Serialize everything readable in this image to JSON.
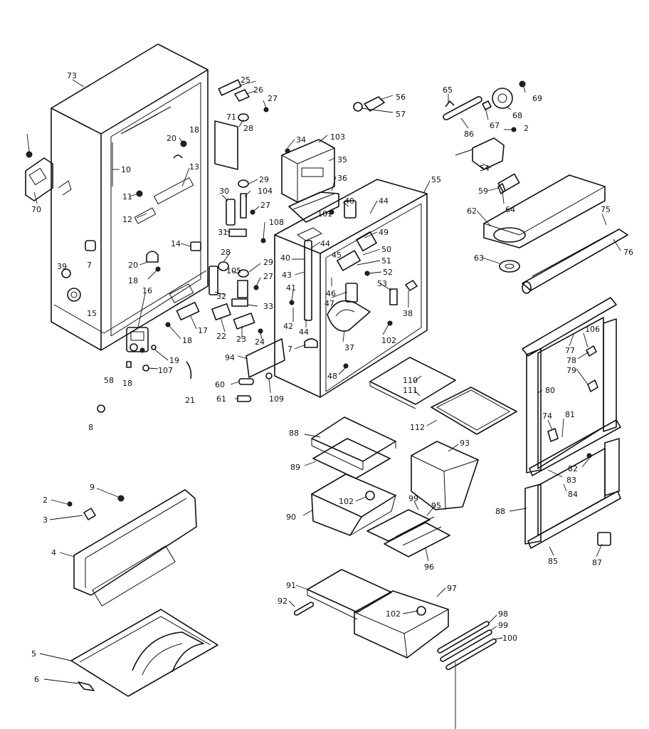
{
  "diagram": {
    "labels": {
      "l73": "73",
      "l70": "70",
      "l10": "10",
      "l11": "11",
      "l12": "12",
      "l7": "7",
      "l39": "39",
      "l15": "15",
      "l20a": "20",
      "l18a": "18",
      "l13": "13",
      "l14": "14",
      "l20b": "20",
      "l18b": "18",
      "l16": "16",
      "l18c": "18",
      "l17": "17",
      "l58": "58",
      "l18d": "18",
      "l19": "19",
      "l107": "107",
      "l21": "21",
      "l8": "8",
      "l25": "25",
      "l26": "26",
      "l27a": "27",
      "l28a": "28",
      "l71": "71",
      "l29a": "29",
      "l30": "30",
      "l104": "104",
      "l27b": "27",
      "l31": "31",
      "l108": "108",
      "l28b": "28",
      "l105": "105",
      "l29b": "29",
      "l27c": "27",
      "l32": "32",
      "l33": "33",
      "l22": "22",
      "l23": "23",
      "l24": "24",
      "l94": "94",
      "l60": "60",
      "l61": "61",
      "l109": "109",
      "l34": "34",
      "l103": "103",
      "l35": "35",
      "l36": "36",
      "l56": "56",
      "l57": "57",
      "l55": "55",
      "l40a": "40",
      "l101": "101",
      "l44a": "44",
      "l49": "49",
      "l44b": "44",
      "l45": "45",
      "l50": "50",
      "l51": "51",
      "l40b": "40",
      "l43": "43",
      "l52": "52",
      "l46": "46",
      "l53": "53",
      "l47": "47",
      "l41": "41",
      "l38": "38",
      "l42": "42",
      "l44c": "44",
      "l37": "37",
      "l102a": "102",
      "l7b": "7",
      "l48": "48",
      "l65": "65",
      "l86": "86",
      "l67": "67",
      "l68": "68",
      "l69": "69",
      "l2a": "2",
      "l54": "54",
      "l59": "59",
      "l64": "64",
      "l62": "62",
      "l75": "75",
      "l76": "76",
      "l63": "63",
      "l110": "110",
      "l111": "111",
      "l112": "112",
      "l88a": "88",
      "l89": "89",
      "l93": "93",
      "l90": "90",
      "l102b": "102",
      "l99a": "99",
      "l95": "95",
      "l96": "96",
      "l106": "106",
      "l77": "77",
      "l78": "78",
      "l79": "79",
      "l80": "80",
      "l74": "74",
      "l81": "81",
      "l82": "82",
      "l83": "83",
      "l84": "84",
      "l88b": "88",
      "l85": "85",
      "l87": "87",
      "l9": "9",
      "l2b": "2",
      "l3": "3",
      "l4": "4",
      "l5": "5",
      "l6": "6",
      "l91": "91",
      "l97": "97",
      "l92": "92",
      "l102c": "102",
      "l98": "98",
      "l99b": "99",
      "l100": "100"
    }
  }
}
